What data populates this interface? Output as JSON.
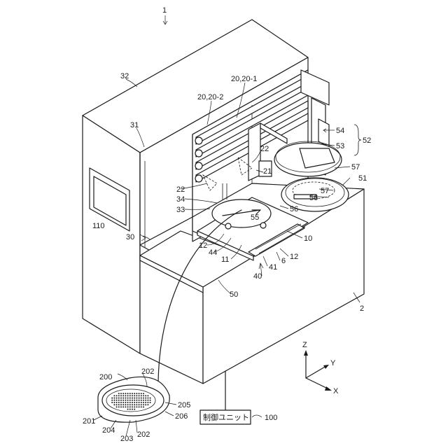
{
  "labels": {
    "apparatus": "1",
    "housing_top": "32",
    "housing_side": "31",
    "rail_1": "20,20-1",
    "rail_2": "20,20-2",
    "pair_22a": "22",
    "pair_22b": "22",
    "arm_21": "21",
    "unit_54": "54",
    "unit_53": "53",
    "group_52": "52",
    "ring_57a": "57",
    "ring_57b": "57",
    "spinner_51": "51",
    "nozzle_56a": "56",
    "nozzle_56b": "56",
    "part_34": "34",
    "part_33": "33",
    "chuck_55": "55",
    "table_10": "10",
    "clamp_12a": "12",
    "clamp_12b": "12",
    "tray_44": "44",
    "part_11": "11",
    "part_6": "6",
    "part_41": "41",
    "base_40": "40",
    "display_110": "110",
    "housing_30": "30",
    "cover_50": "50",
    "base_2": "2",
    "wafer_frame_200": "200",
    "wafer_202a": "202",
    "wafer_202b": "202",
    "wafer_205": "205",
    "wafer_206": "206",
    "wafer_201": "201",
    "wafer_204": "204",
    "wafer_203": "203"
  },
  "control_unit": {
    "text": "制御ユニット",
    "number": "100"
  },
  "axes": {
    "z": "Z",
    "y": "Y",
    "x": "X"
  }
}
